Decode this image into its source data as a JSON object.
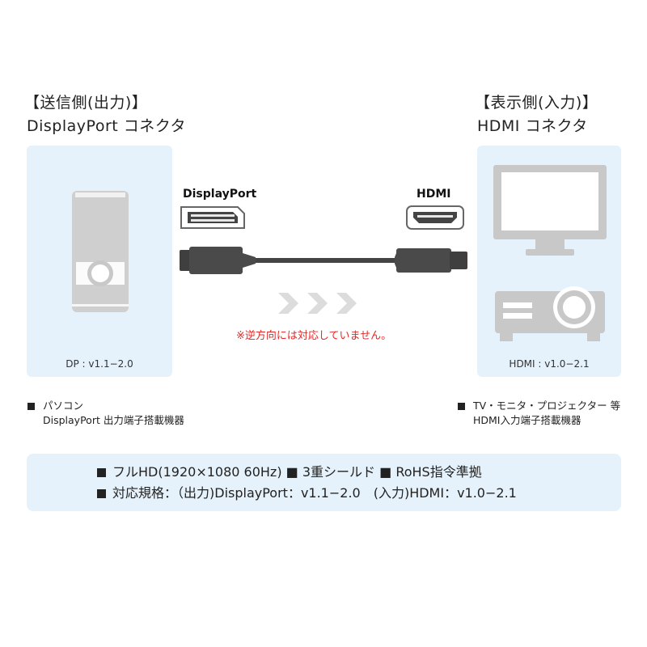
{
  "sender": {
    "heading_line1": "【送信側(出力)】",
    "heading_line2": "DisplayPort コネクタ",
    "spec": "DP : v1.1−2.0",
    "caption_line1": "パソコン",
    "caption_line2": "DisplayPort 出力端子搭載機器"
  },
  "receiver": {
    "heading_line1": "【表示側(入力)】",
    "heading_line2": "HDMI コネクタ",
    "spec": "HDMI : v1.0−2.1",
    "caption_line1": "TV・モニタ・プロジェクター 等",
    "caption_line2": "HDMI入力端子搭載機器"
  },
  "cable": {
    "left_connector_label": "DisplayPort",
    "right_connector_label": "HDMI",
    "notice": "※逆方向には対応していません。"
  },
  "features": {
    "line1": "フルHD(1920×1080 60Hz) ■ 3重シールド ■ RoHS指令準拠",
    "line2": "対応規格：（出力)DisplayPort：v1.1−2.0　(入力)HDMI：v1.0−2.1"
  },
  "colors": {
    "panel": "#e6f2fb",
    "device_gray": "#c8c8c8",
    "cable": "#444444",
    "notice": "#e02a2a"
  }
}
